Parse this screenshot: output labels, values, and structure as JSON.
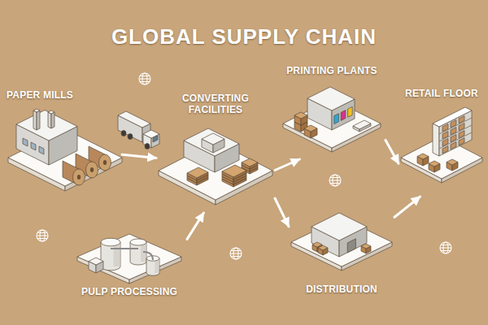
{
  "diagram": {
    "title": "GLOBAL SUPPLY CHAIN",
    "nodes": [
      {
        "text": [
          "PAPER MILLS"
        ]
      },
      {
        "text": [
          "PULP PROCESSING"
        ]
      },
      {
        "text": [
          "CONVERTING FACILITIES"
        ]
      },
      {
        "text": [
          "PRINTING PLANTS"
        ]
      },
      {
        "text": [
          "DISTRIBUTION"
        ]
      },
      {
        "text": [
          "RETAIL FLOOR"
        ]
      }
    ],
    "edges": [
      {
        "from": 0,
        "to": 2,
        "arrow": "to"
      },
      {
        "from": 1,
        "to": 2,
        "arrow": "to"
      },
      {
        "from": 2,
        "to": 3,
        "arrow": "to"
      },
      {
        "from": 2,
        "to": 4,
        "arrow": "to"
      },
      {
        "from": 3,
        "to": 5,
        "arrow": "to"
      },
      {
        "from": 4,
        "to": 5,
        "arrow": "to"
      }
    ]
  }
}
